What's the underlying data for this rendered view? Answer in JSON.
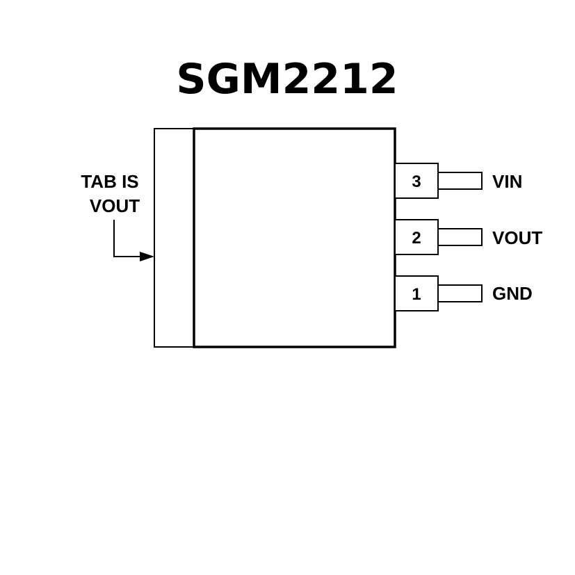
{
  "title": "SGM2212",
  "tab_note": {
    "line1": "TAB IS",
    "line2": "VOUT"
  },
  "pins": [
    {
      "number": "3",
      "name": "VIN"
    },
    {
      "number": "2",
      "name": "VOUT"
    },
    {
      "number": "1",
      "name": "GND"
    }
  ],
  "colors": {
    "stroke": "#000000",
    "background": "#ffffff"
  }
}
